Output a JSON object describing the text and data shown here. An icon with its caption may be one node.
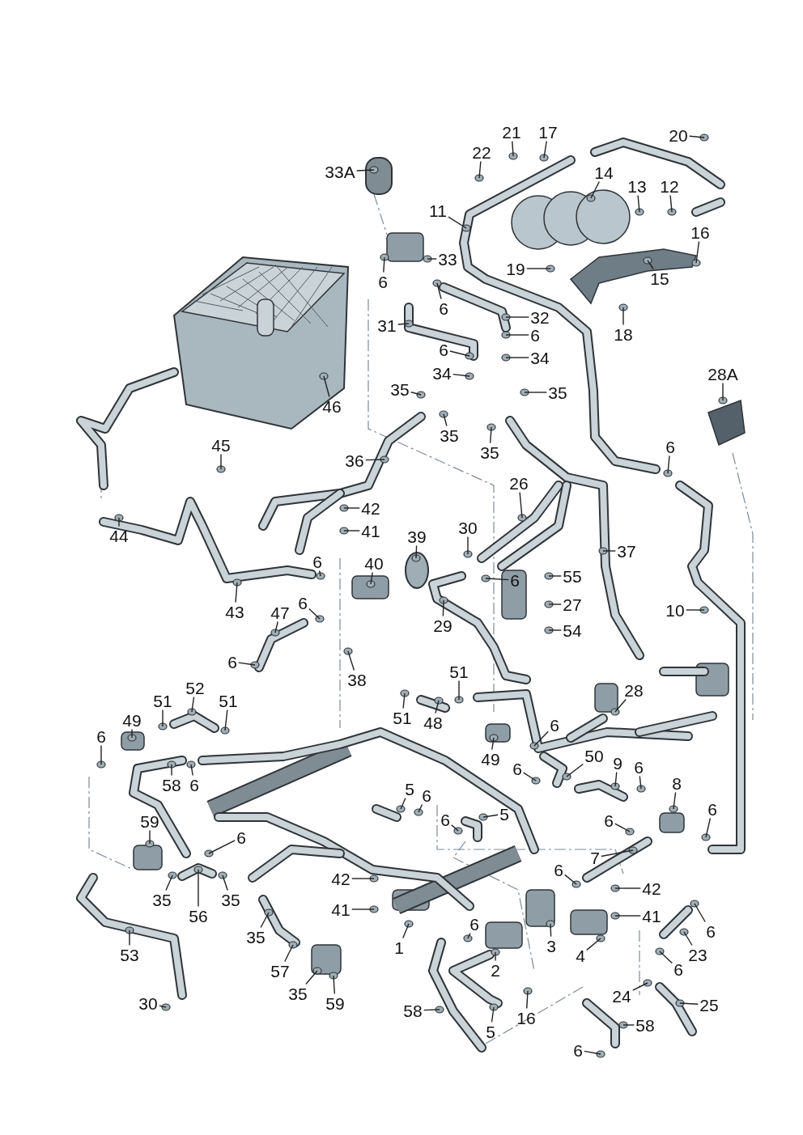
{
  "diagram": {
    "nodes": [
      {
        "text": [
          "21"
        ]
      },
      {
        "text": [
          "17"
        ]
      },
      {
        "text": [
          "20"
        ]
      },
      {
        "text": [
          "22"
        ]
      },
      {
        "text": [
          "33A"
        ]
      },
      {
        "text": [
          "14"
        ]
      },
      {
        "text": [
          "13"
        ]
      },
      {
        "text": [
          "12"
        ]
      },
      {
        "text": [
          "11"
        ]
      },
      {
        "text": [
          "16"
        ]
      },
      {
        "text": [
          "33"
        ]
      },
      {
        "text": [
          "19"
        ]
      },
      {
        "text": [
          "15"
        ]
      },
      {
        "text": [
          "6"
        ]
      },
      {
        "text": [
          "6"
        ]
      },
      {
        "text": [
          "32"
        ]
      },
      {
        "text": [
          "31"
        ]
      },
      {
        "text": [
          "6"
        ]
      },
      {
        "text": [
          "18"
        ]
      },
      {
        "text": [
          "6"
        ]
      },
      {
        "text": [
          "34"
        ]
      },
      {
        "text": [
          "34"
        ]
      },
      {
        "text": [
          "35"
        ]
      },
      {
        "text": [
          "35"
        ]
      },
      {
        "text": [
          "46"
        ]
      },
      {
        "text": [
          "28A"
        ]
      },
      {
        "text": [
          "35"
        ]
      },
      {
        "text": [
          "35"
        ]
      },
      {
        "text": [
          "6"
        ]
      },
      {
        "text": [
          "36"
        ]
      },
      {
        "text": [
          "45"
        ]
      },
      {
        "text": [
          "26"
        ]
      },
      {
        "text": [
          "42"
        ]
      },
      {
        "text": [
          "44"
        ]
      },
      {
        "text": [
          "30"
        ]
      },
      {
        "text": [
          "39"
        ]
      },
      {
        "text": [
          "41"
        ]
      },
      {
        "text": [
          "6"
        ]
      },
      {
        "text": [
          "37"
        ]
      },
      {
        "text": [
          "40"
        ]
      },
      {
        "text": [
          "6"
        ]
      },
      {
        "text": [
          "55"
        ]
      },
      {
        "text": [
          "27"
        ]
      },
      {
        "text": [
          "29"
        ]
      },
      {
        "text": [
          "47"
        ]
      },
      {
        "text": [
          "6"
        ]
      },
      {
        "text": [
          "10"
        ]
      },
      {
        "text": [
          "54"
        ]
      },
      {
        "text": [
          "43"
        ]
      },
      {
        "text": [
          "38"
        ]
      },
      {
        "text": [
          "6"
        ]
      },
      {
        "text": [
          "51"
        ]
      },
      {
        "text": [
          "28"
        ]
      },
      {
        "text": [
          "52"
        ]
      },
      {
        "text": [
          "49"
        ]
      },
      {
        "text": [
          "51"
        ]
      },
      {
        "text": [
          "51"
        ]
      },
      {
        "text": [
          "51"
        ]
      },
      {
        "text": [
          "48"
        ]
      },
      {
        "text": [
          "6"
        ]
      },
      {
        "text": [
          "6"
        ]
      },
      {
        "text": [
          "50"
        ]
      },
      {
        "text": [
          "49"
        ]
      },
      {
        "text": [
          "9"
        ]
      },
      {
        "text": [
          "6"
        ]
      },
      {
        "text": [
          "58"
        ]
      },
      {
        "text": [
          "6"
        ]
      },
      {
        "text": [
          "6"
        ]
      },
      {
        "text": [
          "8"
        ]
      },
      {
        "text": [
          "5"
        ]
      },
      {
        "text": [
          "6"
        ]
      },
      {
        "text": [
          "5"
        ]
      },
      {
        "text": [
          "6"
        ]
      },
      {
        "text": [
          "6"
        ]
      },
      {
        "text": [
          "59"
        ]
      },
      {
        "text": [
          "6"
        ]
      },
      {
        "text": [
          "6"
        ]
      },
      {
        "text": [
          "7"
        ]
      },
      {
        "text": [
          "42"
        ]
      },
      {
        "text": [
          "6"
        ]
      },
      {
        "text": [
          "35"
        ]
      },
      {
        "text": [
          "35"
        ]
      },
      {
        "text": [
          "56"
        ]
      },
      {
        "text": [
          "42"
        ]
      },
      {
        "text": [
          "41"
        ]
      },
      {
        "text": [
          "41"
        ]
      },
      {
        "text": [
          "35"
        ]
      },
      {
        "text": [
          "6"
        ]
      },
      {
        "text": [
          "6"
        ]
      },
      {
        "text": [
          "1"
        ]
      },
      {
        "text": [
          "3"
        ]
      },
      {
        "text": [
          "23"
        ]
      },
      {
        "text": [
          "4"
        ]
      },
      {
        "text": [
          "57"
        ]
      },
      {
        "text": [
          "35"
        ]
      },
      {
        "text": [
          "2"
        ]
      },
      {
        "text": [
          "6"
        ]
      },
      {
        "text": [
          "53"
        ]
      },
      {
        "text": [
          "24"
        ]
      },
      {
        "text": [
          "16"
        ]
      },
      {
        "text": [
          "25"
        ]
      },
      {
        "text": [
          "59"
        ]
      },
      {
        "text": [
          "30"
        ]
      },
      {
        "text": [
          "58"
        ]
      },
      {
        "text": [
          "5"
        ]
      },
      {
        "text": [
          "58"
        ]
      },
      {
        "text": [
          "6"
        ]
      }
    ],
    "edges": [
      {
        "from": 0,
        "to": null,
        "arrow": "none"
      },
      {
        "from": 1,
        "to": null,
        "arrow": "none"
      },
      {
        "from": 2,
        "to": null,
        "arrow": "none"
      },
      {
        "from": 3,
        "to": null,
        "arrow": "none"
      },
      {
        "from": 4,
        "to": null,
        "arrow": "none"
      },
      {
        "from": 5,
        "to": null,
        "arrow": "none"
      },
      {
        "from": 6,
        "to": null,
        "arrow": "none"
      },
      {
        "from": 7,
        "to": null,
        "arrow": "none"
      },
      {
        "from": 8,
        "to": null,
        "arrow": "none"
      },
      {
        "from": 9,
        "to": null,
        "arrow": "none"
      },
      {
        "from": 10,
        "to": null,
        "arrow": "none"
      },
      {
        "from": 11,
        "to": null,
        "arrow": "none"
      },
      {
        "from": 12,
        "to": null,
        "arrow": "none"
      },
      {
        "from": 13,
        "to": null,
        "arrow": "none"
      },
      {
        "from": 14,
        "to": null,
        "arrow": "none"
      },
      {
        "from": 15,
        "to": null,
        "arrow": "none"
      },
      {
        "from": 16,
        "to": null,
        "arrow": "none"
      },
      {
        "from": 17,
        "to": null,
        "arrow": "none"
      },
      {
        "from": 18,
        "to": null,
        "arrow": "none"
      },
      {
        "from": 19,
        "to": null,
        "arrow": "none"
      },
      {
        "from": 20,
        "to": null,
        "arrow": "none"
      },
      {
        "from": 21,
        "to": null,
        "arrow": "none"
      },
      {
        "from": 22,
        "to": null,
        "arrow": "none"
      },
      {
        "from": 23,
        "to": null,
        "arrow": "none"
      },
      {
        "from": 24,
        "to": null,
        "arrow": "none"
      },
      {
        "from": 25,
        "to": null,
        "arrow": "none"
      },
      {
        "from": 26,
        "to": null,
        "arrow": "none"
      },
      {
        "from": 27,
        "to": null,
        "arrow": "none"
      },
      {
        "from": 28,
        "to": null,
        "arrow": "none"
      },
      {
        "from": 29,
        "to": null,
        "arrow": "none"
      },
      {
        "from": 30,
        "to": null,
        "arrow": "none"
      },
      {
        "from": 31,
        "to": null,
        "arrow": "none"
      },
      {
        "from": 32,
        "to": null,
        "arrow": "none"
      },
      {
        "from": 33,
        "to": null,
        "arrow": "none"
      },
      {
        "from": 34,
        "to": null,
        "arrow": "none"
      },
      {
        "from": 35,
        "to": null,
        "arrow": "none"
      },
      {
        "from": 36,
        "to": null,
        "arrow": "none"
      },
      {
        "from": 37,
        "to": null,
        "arrow": "none"
      },
      {
        "from": 38,
        "to": null,
        "arrow": "none"
      },
      {
        "from": 39,
        "to": null,
        "arrow": "none"
      },
      {
        "from": 40,
        "to": null,
        "arrow": "none"
      },
      {
        "from": 41,
        "to": null,
        "arrow": "none"
      },
      {
        "from": 42,
        "to": null,
        "arrow": "none"
      },
      {
        "from": 43,
        "to": null,
        "arrow": "none"
      },
      {
        "from": 44,
        "to": null,
        "arrow": "none"
      },
      {
        "from": 45,
        "to": null,
        "arrow": "none"
      },
      {
        "from": 46,
        "to": null,
        "arrow": "none"
      },
      {
        "from": 47,
        "to": null,
        "arrow": "none"
      },
      {
        "from": 48,
        "to": null,
        "arrow": "none"
      },
      {
        "from": 49,
        "to": null,
        "arrow": "none"
      },
      {
        "from": 50,
        "to": null,
        "arrow": "none"
      },
      {
        "from": 51,
        "to": null,
        "arrow": "none"
      },
      {
        "from": 52,
        "to": null,
        "arrow": "none"
      },
      {
        "from": 53,
        "to": null,
        "arrow": "none"
      },
      {
        "from": 54,
        "to": null,
        "arrow": "none"
      },
      {
        "from": 55,
        "to": null,
        "arrow": "none"
      },
      {
        "from": 56,
        "to": null,
        "arrow": "none"
      },
      {
        "from": 57,
        "to": null,
        "arrow": "none"
      },
      {
        "from": 58,
        "to": null,
        "arrow": "none"
      },
      {
        "from": 59,
        "to": null,
        "arrow": "none"
      },
      {
        "from": 60,
        "to": null,
        "arrow": "none"
      },
      {
        "from": 61,
        "to": null,
        "arrow": "none"
      },
      {
        "from": 62,
        "to": null,
        "arrow": "none"
      },
      {
        "from": 63,
        "to": null,
        "arrow": "none"
      },
      {
        "from": 64,
        "to": null,
        "arrow": "none"
      },
      {
        "from": 65,
        "to": null,
        "arrow": "none"
      },
      {
        "from": 66,
        "to": null,
        "arrow": "none"
      },
      {
        "from": 67,
        "to": null,
        "arrow": "none"
      },
      {
        "from": 68,
        "to": null,
        "arrow": "none"
      },
      {
        "from": 69,
        "to": null,
        "arrow": "none"
      },
      {
        "from": 70,
        "to": null,
        "arrow": "none"
      },
      {
        "from": 71,
        "to": null,
        "arrow": "none"
      },
      {
        "from": 72,
        "to": null,
        "arrow": "none"
      },
      {
        "from": 73,
        "to": null,
        "arrow": "none"
      },
      {
        "from": 74,
        "to": null,
        "arrow": "none"
      },
      {
        "from": 75,
        "to": null,
        "arrow": "none"
      },
      {
        "from": 76,
        "to": null,
        "arrow": "none"
      },
      {
        "from": 77,
        "to": null,
        "arrow": "none"
      },
      {
        "from": 78,
        "to": null,
        "arrow": "none"
      },
      {
        "from": 79,
        "to": null,
        "arrow": "none"
      },
      {
        "from": 80,
        "to": null,
        "arrow": "none"
      },
      {
        "from": 81,
        "to": null,
        "arrow": "none"
      },
      {
        "from": 82,
        "to": null,
        "arrow": "none"
      },
      {
        "from": 83,
        "to": null,
        "arrow": "none"
      },
      {
        "from": 84,
        "to": null,
        "arrow": "none"
      },
      {
        "from": 85,
        "to": null,
        "arrow": "none"
      },
      {
        "from": 86,
        "to": null,
        "arrow": "none"
      },
      {
        "from": 87,
        "to": null,
        "arrow": "none"
      },
      {
        "from": 88,
        "to": null,
        "arrow": "none"
      },
      {
        "from": 89,
        "to": null,
        "arrow": "none"
      },
      {
        "from": 90,
        "to": null,
        "arrow": "none"
      },
      {
        "from": 91,
        "to": null,
        "arrow": "none"
      },
      {
        "from": 92,
        "to": null,
        "arrow": "none"
      },
      {
        "from": 93,
        "to": null,
        "arrow": "none"
      },
      {
        "from": 94,
        "to": null,
        "arrow": "none"
      },
      {
        "from": 95,
        "to": null,
        "arrow": "none"
      },
      {
        "from": 96,
        "to": null,
        "arrow": "none"
      },
      {
        "from": 97,
        "to": null,
        "arrow": "none"
      },
      {
        "from": 98,
        "to": null,
        "arrow": "none"
      },
      {
        "from": 99,
        "to": null,
        "arrow": "none"
      },
      {
        "from": 100,
        "to": null,
        "arrow": "none"
      },
      {
        "from": 101,
        "to": null,
        "arrow": "none"
      },
      {
        "from": 102,
        "to": null,
        "arrow": "none"
      },
      {
        "from": 103,
        "to": null,
        "arrow": "none"
      },
      {
        "from": 104,
        "to": null,
        "arrow": "none"
      },
      {
        "from": 105,
        "to": null,
        "arrow": "none"
      },
      {
        "from": 106,
        "to": null,
        "arrow": "none"
      }
    ]
  }
}
